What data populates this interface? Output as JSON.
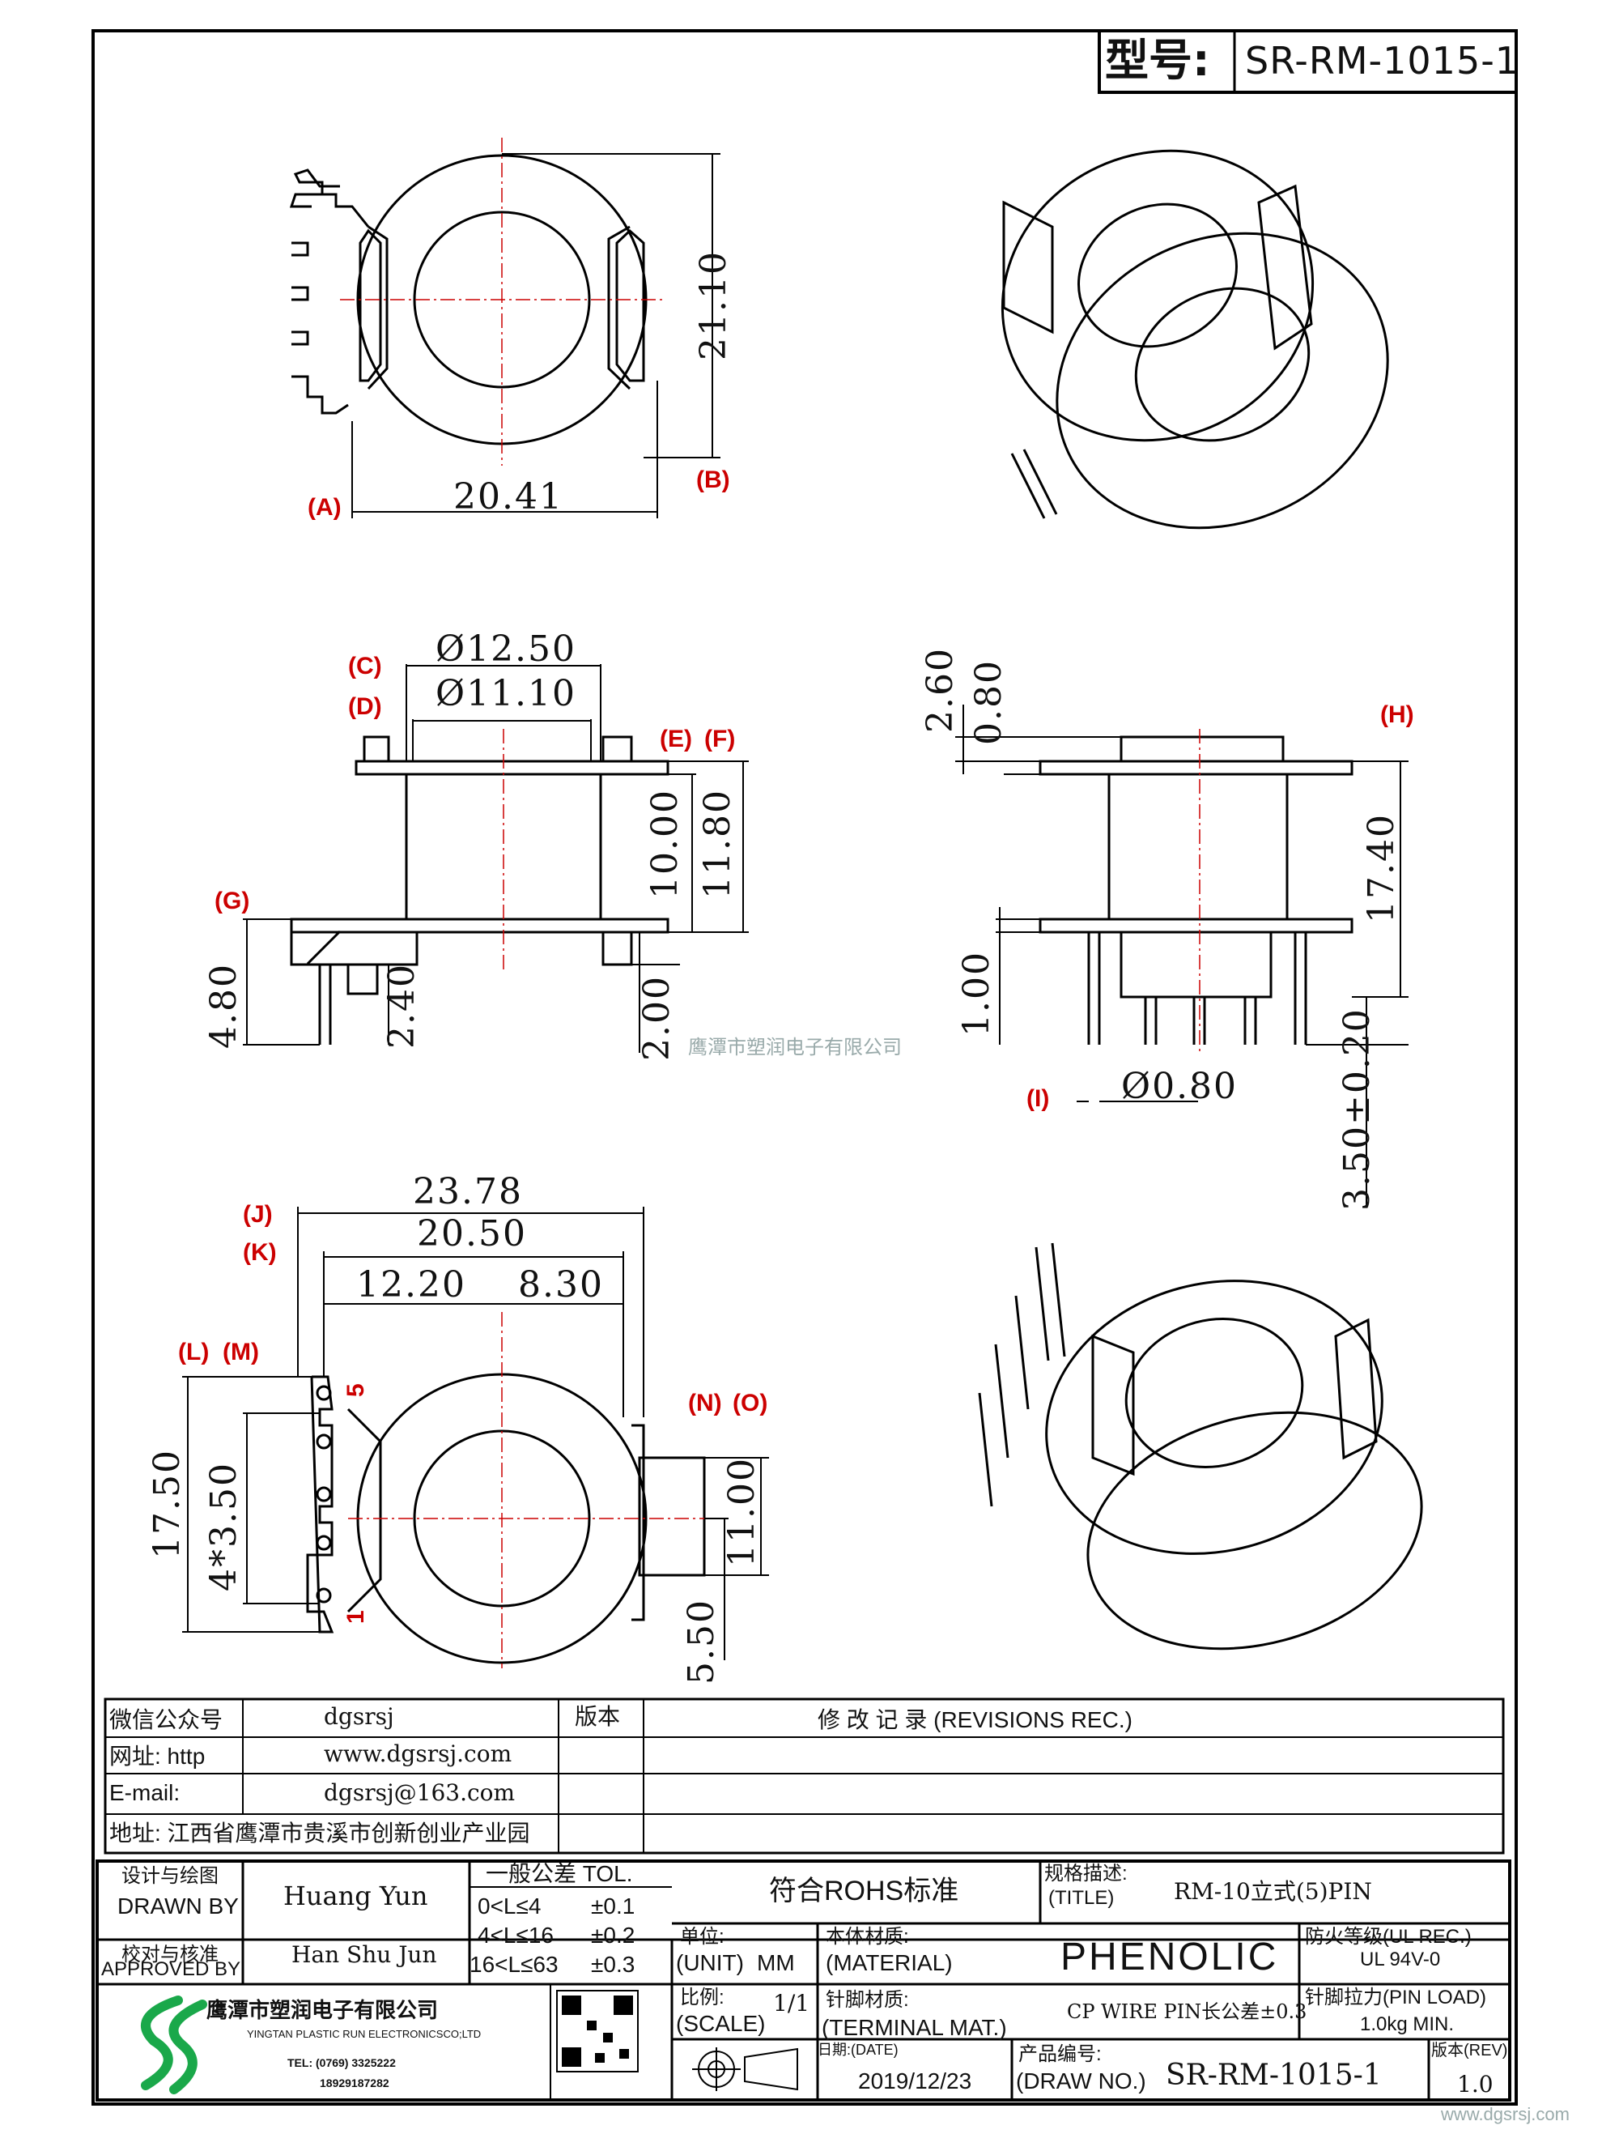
{
  "header": {
    "model_label": "型号:",
    "model_value": "SR-RM-1015-1"
  },
  "top_view": {
    "dim_height": "21.10",
    "dim_width": "20.41",
    "ref_a": "(A)",
    "ref_b": "(B)"
  },
  "front_view": {
    "dia_outer": "Ø12.50",
    "dia_inner": "Ø11.10",
    "ref_c": "(C)",
    "ref_d": "(D)",
    "ref_e": "(E)",
    "ref_f": "(F)",
    "ref_g": "(G)",
    "dim_10": "10.00",
    "dim_11_8": "11.80",
    "dim_4_8": "4.80",
    "dim_2_4": "2.40",
    "dim_2_0": "2.00"
  },
  "side_view": {
    "dim_2_6": "2.60",
    "dim_0_8": "0.80",
    "ref_h": "(H)",
    "dim_17_4": "17.40",
    "dim_1_0": "1.00",
    "ref_i": "(I)",
    "dia_pin": "Ø0.80",
    "dim_pin_len": "3.50±0.20"
  },
  "bottom_view": {
    "ref_j": "(J)",
    "ref_k": "(K)",
    "ref_l": "(L)",
    "ref_m": "(M)",
    "ref_n": "(N)",
    "ref_o": "(O)",
    "dim_23_78": "23.78",
    "dim_20_5": "20.50",
    "dim_12_2": "12.20",
    "dim_8_3": "8.30",
    "dim_17_5": "17.50",
    "dim_pitch": "4*3.50",
    "dim_11": "11.00",
    "dim_5_5": "5.50",
    "pin_5": "5",
    "pin_1": "1"
  },
  "watermark": {
    "company": "鹰潭市塑润电子有限公司",
    "url": "www.dgsrsj.com"
  },
  "info_table": {
    "wechat_label": "微信公众号",
    "wechat_value": "dgsrsj",
    "web_label": "网址: http",
    "web_value": "www.dgsrsj.com",
    "email_label": "E-mail:",
    "email_value": "dgsrsj@163.com",
    "address_label": "地址: 江西省鹰潭市贵溪市创新创业产业园",
    "version_header": "版本",
    "revisions_header": "修 改 记 录  (REVISIONS REC.)"
  },
  "title_block": {
    "drawn_label_cn": "设计与绘图",
    "drawn_label_en": "DRAWN BY",
    "drawn_value": "Huang  Yun",
    "approved_label_cn": "校对与核准",
    "approved_label_en": "APPROVED BY",
    "approved_value": "Han Shu Jun",
    "tol_header": "一般公差 TOL.",
    "tol_rows": [
      {
        "range": "0<L≤4",
        "value": "±0.1"
      },
      {
        "range": "4<L≤16",
        "value": "±0.2"
      },
      {
        "range": "16<L≤63",
        "value": "±0.3"
      }
    ],
    "rohs": "符合ROHS标准",
    "title_label_cn": "规格描述:",
    "title_label_en": "(TITLE)",
    "title_value": "RM-10立式(5)PIN",
    "unit_label_cn": "单位:",
    "unit_label_en": "(UNIT)",
    "unit_value": "MM",
    "material_label_cn": "本体材质:",
    "material_label_en": "(MATERIAL)",
    "material_value": "PHENOLIC",
    "ul_label": "防火等级(UL REC.)",
    "ul_value": "UL 94V-0",
    "scale_label_cn": "比例:",
    "scale_label_en": "(SCALE)",
    "scale_value": "1/1",
    "terminal_label_cn": "针脚材质:",
    "terminal_label_en": "(TERMINAL MAT.)",
    "terminal_value": "CP WIRE  PIN长公差±0.3",
    "pin_load_label": "针脚拉力(PIN LOAD)",
    "pin_load_value": "1.0kg MIN.",
    "date_label": "日期:(DATE)",
    "date_value": "2019/12/23",
    "drawno_label_cn": "产品编号:",
    "drawno_label_en": "(DRAW NO.)",
    "drawno_value": "SR-RM-1015-1",
    "rev_label": "版本(REV)",
    "rev_value": "1.0",
    "company_cn": "鹰潭市塑润电子有限公司",
    "company_en": "YINGTAN PLASTIC RUN ELECTRONICSCO;LTD",
    "tel": "TEL: (0769) 3325222",
    "mobile": "18929187282"
  }
}
